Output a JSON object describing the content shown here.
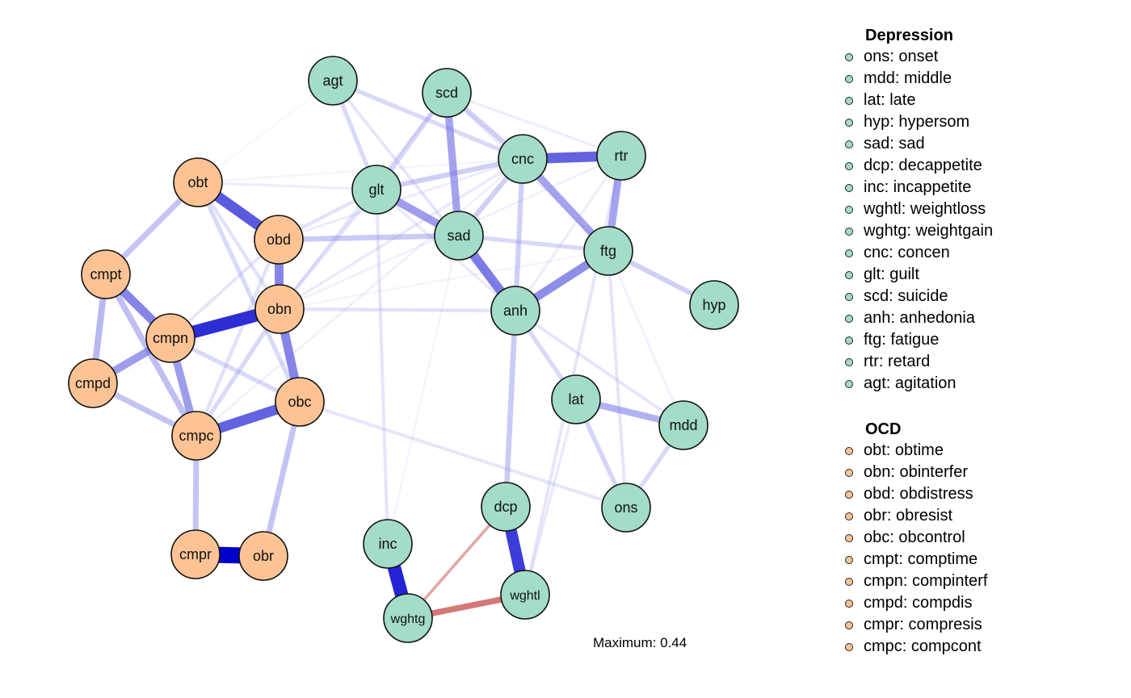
{
  "colors": {
    "depression": "#a3dcc7",
    "ocd": "#fdc394",
    "positive": "#3030d8",
    "negative": "#d06464"
  },
  "nodes": [
    {
      "id": "agt",
      "group": "depression"
    },
    {
      "id": "scd",
      "group": "depression"
    },
    {
      "id": "cnc",
      "group": "depression"
    },
    {
      "id": "rtr",
      "group": "depression"
    },
    {
      "id": "glt",
      "group": "depression"
    },
    {
      "id": "sad",
      "group": "depression"
    },
    {
      "id": "ftg",
      "group": "depression"
    },
    {
      "id": "hyp",
      "group": "depression"
    },
    {
      "id": "anh",
      "group": "depression"
    },
    {
      "id": "lat",
      "group": "depression"
    },
    {
      "id": "mdd",
      "group": "depression"
    },
    {
      "id": "ons",
      "group": "depression"
    },
    {
      "id": "dcp",
      "group": "depression"
    },
    {
      "id": "inc",
      "group": "depression"
    },
    {
      "id": "wghtl",
      "group": "depression"
    },
    {
      "id": "wghtg",
      "group": "depression"
    },
    {
      "id": "obt",
      "group": "ocd"
    },
    {
      "id": "obd",
      "group": "ocd"
    },
    {
      "id": "cmpt",
      "group": "ocd"
    },
    {
      "id": "obn",
      "group": "ocd"
    },
    {
      "id": "cmpn",
      "group": "ocd"
    },
    {
      "id": "cmpd",
      "group": "ocd"
    },
    {
      "id": "obc",
      "group": "ocd"
    },
    {
      "id": "cmpc",
      "group": "ocd"
    },
    {
      "id": "cmpr",
      "group": "ocd"
    },
    {
      "id": "obr",
      "group": "ocd"
    }
  ],
  "edges": [
    {
      "from": "cmpr",
      "to": "obr",
      "weight": 0.44
    },
    {
      "from": "inc",
      "to": "wghtg",
      "weight": 0.36
    },
    {
      "from": "obn",
      "to": "cmpn",
      "weight": 0.34
    },
    {
      "from": "dcp",
      "to": "wghtl",
      "weight": 0.31
    },
    {
      "from": "obt",
      "to": "obd",
      "weight": 0.28
    },
    {
      "from": "cmpc",
      "to": "obc",
      "weight": 0.27
    },
    {
      "from": "cnc",
      "to": "rtr",
      "weight": 0.27
    },
    {
      "from": "sad",
      "to": "anh",
      "weight": 0.24
    },
    {
      "from": "obn",
      "to": "obc",
      "weight": 0.23
    },
    {
      "from": "obd",
      "to": "obn",
      "weight": 0.23
    },
    {
      "from": "cmpt",
      "to": "cmpn",
      "weight": 0.23
    },
    {
      "from": "ftg",
      "to": "anh",
      "weight": 0.22
    },
    {
      "from": "glt",
      "to": "sad",
      "weight": 0.2
    },
    {
      "from": "cmpn",
      "to": "cmpc",
      "weight": 0.2
    },
    {
      "from": "cmpn",
      "to": "cmpd",
      "weight": 0.2
    },
    {
      "from": "cnc",
      "to": "ftg",
      "weight": 0.19
    },
    {
      "from": "scd",
      "to": "sad",
      "weight": 0.19
    },
    {
      "from": "rtr",
      "to": "ftg",
      "weight": 0.19
    },
    {
      "from": "lat",
      "to": "mdd",
      "weight": 0.17
    },
    {
      "from": "cmpt",
      "to": "cmpd",
      "weight": 0.16
    },
    {
      "from": "cmpt",
      "to": "cmpc",
      "weight": 0.15
    },
    {
      "from": "cmpd",
      "to": "cmpc",
      "weight": 0.14
    },
    {
      "from": "obt",
      "to": "cmpt",
      "weight": 0.14
    },
    {
      "from": "cmpc",
      "to": "cmpr",
      "weight": 0.14
    },
    {
      "from": "obc",
      "to": "obr",
      "weight": 0.14
    },
    {
      "from": "anh",
      "to": "dcp",
      "weight": 0.13
    },
    {
      "from": "obd",
      "to": "sad",
      "weight": 0.13
    },
    {
      "from": "glt",
      "to": "cnc",
      "weight": 0.12
    },
    {
      "from": "cnc",
      "to": "sad",
      "weight": 0.12
    },
    {
      "from": "cnc",
      "to": "anh",
      "weight": 0.12
    },
    {
      "from": "ftg",
      "to": "hyp",
      "weight": 0.12
    },
    {
      "from": "scd",
      "to": "cnc",
      "weight": 0.12
    },
    {
      "from": "scd",
      "to": "glt",
      "weight": 0.11
    },
    {
      "from": "lat",
      "to": "ons",
      "weight": 0.11
    },
    {
      "from": "ons",
      "to": "mdd",
      "weight": 0.1
    },
    {
      "from": "agt",
      "to": "glt",
      "weight": 0.1
    },
    {
      "from": "agt",
      "to": "cnc",
      "weight": 0.1
    },
    {
      "from": "cmpn",
      "to": "obc",
      "weight": 0.1
    },
    {
      "from": "obt",
      "to": "obc",
      "weight": 0.1
    },
    {
      "from": "sad",
      "to": "ftg",
      "weight": 0.1
    },
    {
      "from": "anh",
      "to": "lat",
      "weight": 0.1
    },
    {
      "from": "cmpc",
      "to": "obn",
      "weight": 0.1
    },
    {
      "from": "obn",
      "to": "anh",
      "weight": 0.08
    },
    {
      "from": "obt",
      "to": "obn",
      "weight": 0.08
    },
    {
      "from": "obd",
      "to": "cmpc",
      "weight": 0.08
    },
    {
      "from": "glt",
      "to": "obn",
      "weight": 0.08
    },
    {
      "from": "glt",
      "to": "obd",
      "weight": 0.08
    },
    {
      "from": "agt",
      "to": "anh",
      "weight": 0.07
    },
    {
      "from": "anh",
      "to": "mdd",
      "weight": 0.07
    },
    {
      "from": "ftg",
      "to": "ons",
      "weight": 0.07
    },
    {
      "from": "rtr",
      "to": "wghtl",
      "weight": 0.07
    },
    {
      "from": "cmpn",
      "to": "obd",
      "weight": 0.07
    },
    {
      "from": "obc",
      "to": "ons",
      "weight": 0.07
    },
    {
      "from": "glt",
      "to": "inc",
      "weight": 0.07
    },
    {
      "from": "scd",
      "to": "obn",
      "weight": 0.06
    },
    {
      "from": "cnc",
      "to": "obn",
      "weight": 0.06
    },
    {
      "from": "glt",
      "to": "anh",
      "weight": 0.06
    },
    {
      "from": "lat",
      "to": "wghtl",
      "weight": 0.06
    },
    {
      "from": "rtr",
      "to": "anh",
      "weight": 0.05
    },
    {
      "from": "cnc",
      "to": "obd",
      "weight": 0.05
    },
    {
      "from": "scd",
      "to": "rtr",
      "weight": 0.05
    },
    {
      "from": "scd",
      "to": "ftg",
      "weight": 0.05
    },
    {
      "from": "obt",
      "to": "glt",
      "weight": 0.05
    },
    {
      "from": "cnc",
      "to": "cmpc",
      "weight": 0.04
    },
    {
      "from": "rtr",
      "to": "obn",
      "weight": 0.04
    },
    {
      "from": "sad",
      "to": "inc",
      "weight": 0.03
    },
    {
      "from": "obt",
      "to": "cnc",
      "weight": 0.03
    },
    {
      "from": "agt",
      "to": "obt",
      "weight": 0.02
    },
    {
      "from": "ftg",
      "to": "obn",
      "weight": 0.03
    },
    {
      "from": "cmpd",
      "to": "obn",
      "weight": 0.02
    },
    {
      "from": "ftg",
      "to": "mdd",
      "weight": 0.04
    },
    {
      "from": "wghtg",
      "to": "wghtl",
      "weight": -0.15
    },
    {
      "from": "dcp",
      "to": "wghtg",
      "weight": -0.06
    }
  ],
  "legend": {
    "groups": [
      {
        "title": "Depression",
        "group": "depression",
        "items": [
          "ons: onset",
          "mdd: middle",
          "lat: late",
          "hyp: hypersom",
          "sad: sad",
          "dcp: decappetite",
          "inc: incappetite",
          "wghtl: weightloss",
          "wghtg: weightgain",
          "cnc: concen",
          "glt: guilt",
          "scd: suicide",
          "anh: anhedonia",
          "ftg: fatigue",
          "rtr: retard",
          "agt: agitation"
        ]
      },
      {
        "title": "OCD",
        "group": "ocd",
        "items": [
          "obt: obtime",
          "obn: obinterfer",
          "obd: obdistress",
          "obr: obresist",
          "obc: obcontrol",
          "cmpt: comptime",
          "cmpn: compinterf",
          "cmpd: compdis",
          "cmpr: compresis",
          "cmpc: compcont"
        ]
      }
    ]
  },
  "maximum_label": "Maximum: 0.44",
  "max_weight": 0.44
}
